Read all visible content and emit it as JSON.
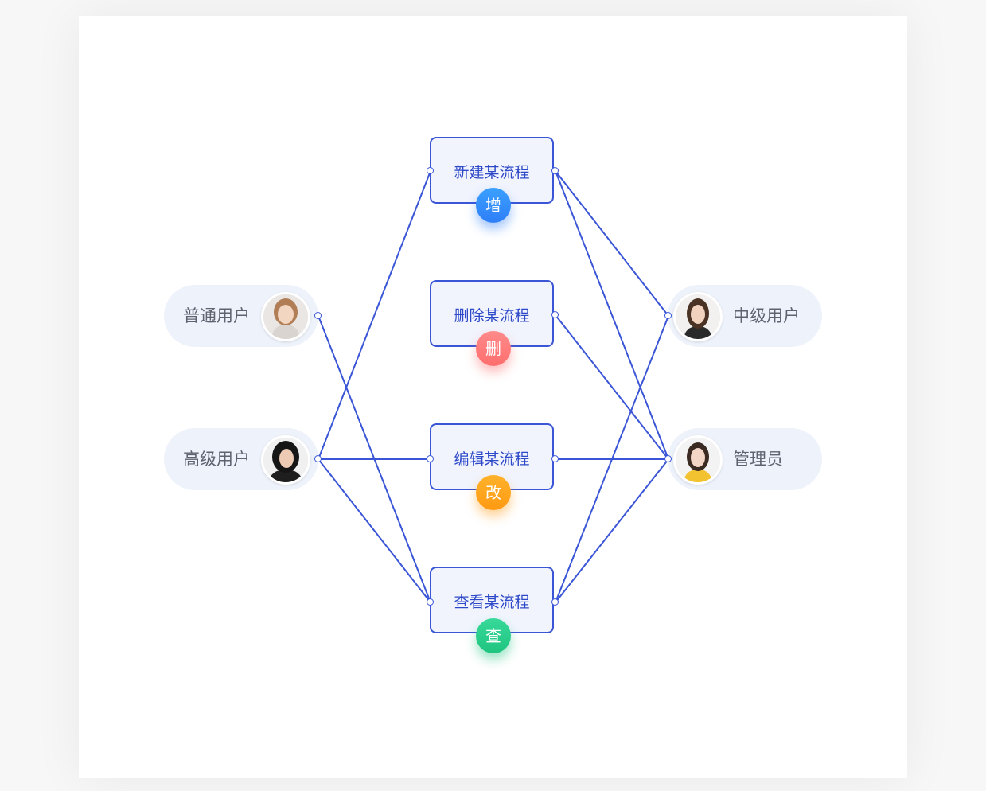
{
  "users_left": [
    {
      "id": "putong",
      "name": "普通用户",
      "avatar_icon": "woman-portrait-light-hair-icon"
    },
    {
      "id": "gaoji",
      "name": "高级用户",
      "avatar_icon": "woman-portrait-dark-hair-icon"
    }
  ],
  "users_right": [
    {
      "id": "zhongji",
      "name": "中级用户",
      "avatar_icon": "woman-portrait-brown-hair-icon"
    },
    {
      "id": "admin",
      "name": "管理员",
      "avatar_icon": "woman-portrait-yellow-top-icon"
    }
  ],
  "actions": [
    {
      "id": "create",
      "label": "新建某流程",
      "badge": "增",
      "badge_color": "#2f7ef7"
    },
    {
      "id": "delete",
      "label": "删除某流程",
      "badge": "删",
      "badge_color": "#ff6e6e"
    },
    {
      "id": "edit",
      "label": "编辑某流程",
      "badge": "改",
      "badge_color": "#ff9a12"
    },
    {
      "id": "view",
      "label": "查看某流程",
      "badge": "查",
      "badge_color": "#1fc47f"
    }
  ],
  "connections": [
    {
      "from": "putong",
      "to": "view"
    },
    {
      "from": "gaoji",
      "to": "create"
    },
    {
      "from": "gaoji",
      "to": "edit"
    },
    {
      "from": "gaoji",
      "to": "view"
    },
    {
      "from": "create",
      "to": "zhongji"
    },
    {
      "from": "create",
      "to": "admin"
    },
    {
      "from": "delete",
      "to": "admin"
    },
    {
      "from": "edit",
      "to": "admin"
    },
    {
      "from": "view",
      "to": "zhongji"
    },
    {
      "from": "view",
      "to": "admin"
    }
  ],
  "colors": {
    "link": "#3a55d6",
    "box_fill": "#f1f4fd",
    "pill_fill": "#eef2fa"
  }
}
